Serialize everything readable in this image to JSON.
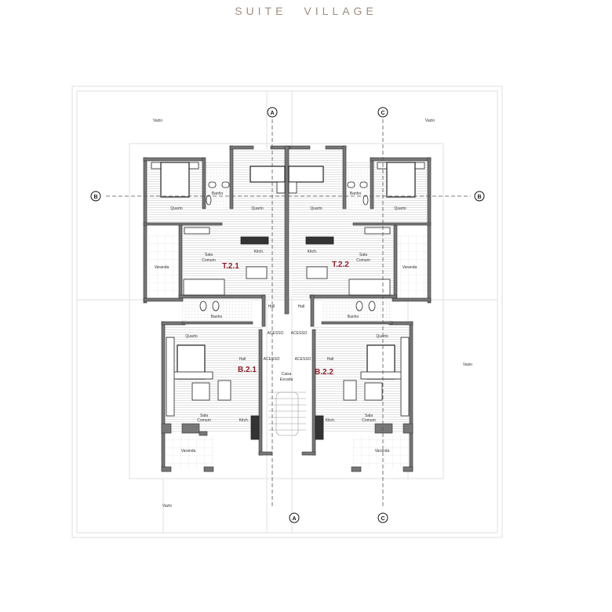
{
  "header": {
    "brand_word_1": "SUITE",
    "brand_word_2": "VILLAGE",
    "brand_color": "#a08f7e"
  },
  "plan": {
    "units": [
      {
        "id": "T.2.1"
      },
      {
        "id": "T.2.2"
      },
      {
        "id": "B.2.1"
      },
      {
        "id": "B.2.2"
      }
    ],
    "unit_label_color": "#8a1f2a",
    "section_markers": {
      "a": "A",
      "b": "B",
      "c": "C"
    },
    "outdoor_label": "Vazio",
    "rooms": {
      "bedroom": "Quarto",
      "bathroom": "Banho",
      "living_1": "Sala",
      "living_2": "Comum",
      "kitchen": "Kitch.",
      "veranda": "Varanda",
      "hall": "Hall",
      "access": "ACESSO",
      "stair_1": "Caixa",
      "stair_2": "Escada"
    }
  }
}
